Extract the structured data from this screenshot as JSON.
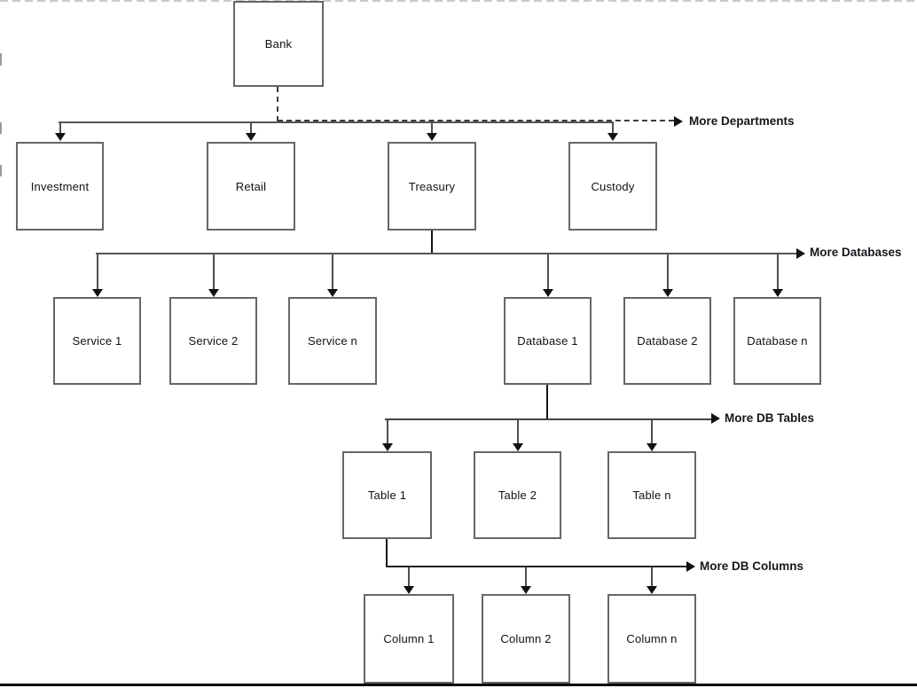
{
  "diagram": {
    "colors": {
      "box_border": "#666666",
      "box_fill": "#ffffff",
      "connector": "#555555",
      "arrowhead": "#111111",
      "node_text": "#111111",
      "more_label_text": "#15171c",
      "page_boundary_dash": "#c9c9c9",
      "bottom_edge_bar": "#000000"
    },
    "root": {
      "label": "Bank"
    },
    "departments": {
      "parent": "Bank",
      "connector_note": "dashed overflow connector",
      "nodes": [
        "Investment",
        "Retail",
        "Treasury",
        "Custody"
      ],
      "more_label": "More Departments"
    },
    "treasury_children": {
      "parent": "Treasury",
      "nodes": [
        "Service 1",
        "Service 2",
        "Service n",
        "Database 1",
        "Database 2",
        "Database n"
      ],
      "more_label": "More Databases"
    },
    "database1_children": {
      "parent": "Database 1",
      "nodes": [
        "Table 1",
        "Table 2",
        "Table n"
      ],
      "more_label": "More DB Tables"
    },
    "table1_children": {
      "parent": "Table 1",
      "nodes": [
        "Column 1",
        "Column 2",
        "Column n"
      ],
      "more_label": "More DB Columns"
    }
  }
}
